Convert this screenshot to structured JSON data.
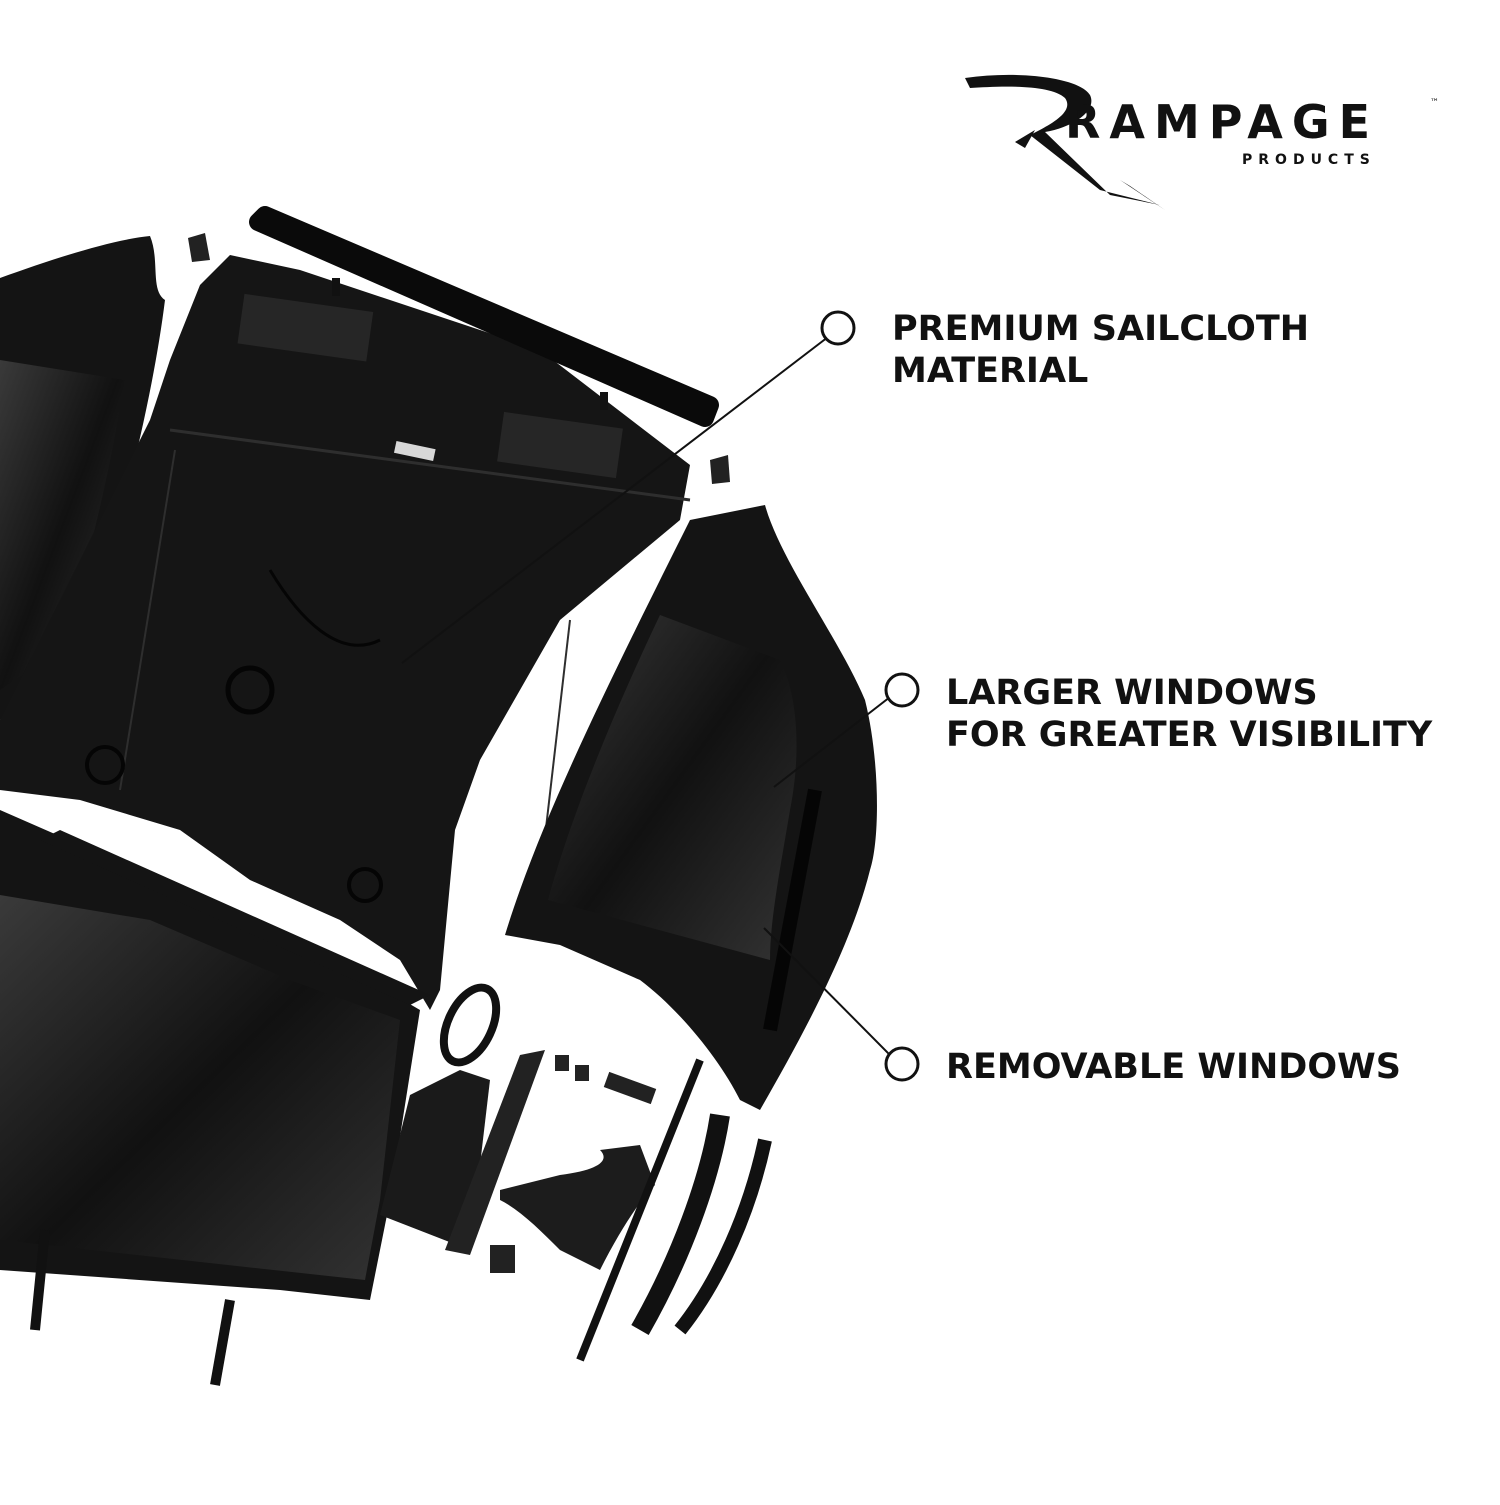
{
  "brand": {
    "name": "RAMPAGE",
    "tagline": "PRODUCTS",
    "trademark": "™"
  },
  "callouts": [
    {
      "line1": "PREMIUM SAILCLOTH",
      "line2": "MATERIAL"
    },
    {
      "line1": "LARGER WINDOWS",
      "line2": "FOR GREATER VISIBILITY"
    },
    {
      "line1": "REMOVABLE WINDOWS",
      "line2": ""
    }
  ],
  "colors": {
    "background": "#ffffff",
    "fabric": "#141414",
    "window": "#2b2b2b",
    "text": "#111111"
  }
}
